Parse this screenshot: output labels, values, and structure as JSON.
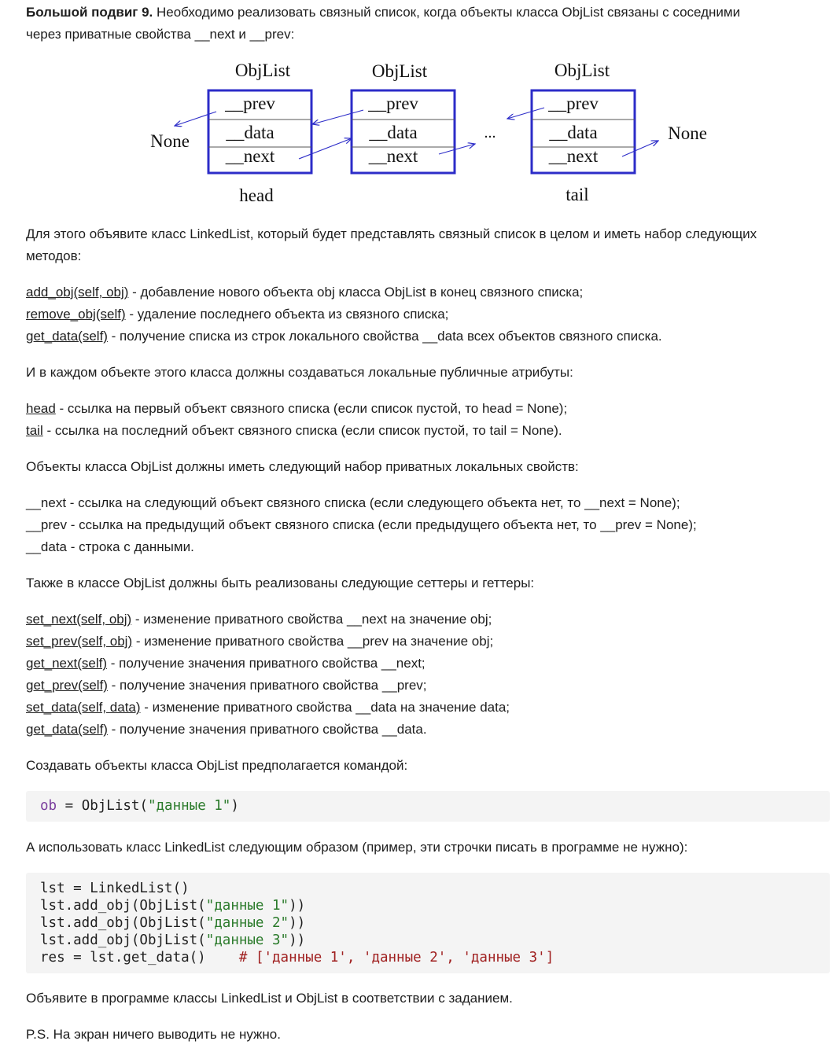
{
  "intro": {
    "title": "Большой подвиг 9.",
    "line1": " Необходимо реализовать связный список, когда объекты класса ObjList связаны с соседними",
    "line2": "через приватные свойства __next и __prev:"
  },
  "diagram": {
    "node_titles": [
      "ObjList",
      "ObjList",
      "ObjList"
    ],
    "fields": [
      "__prev",
      "__data",
      "__next"
    ],
    "none_left": "None",
    "none_right": "None",
    "ellipsis": "...",
    "head_label": "head",
    "tail_label": "tail",
    "colors": {
      "box": "#2c2cc8",
      "arrow": "#2c2cc8"
    }
  },
  "para_linkedlist": {
    "line1": "Для этого объявите класс LinkedList, который будет представлять связный список в целом и иметь набор следующих",
    "line2": "методов:"
  },
  "methods": [
    {
      "name": "add_obj(self, obj)",
      "desc": " - добавление нового объекта obj класса ObjList в конец связного списка;"
    },
    {
      "name": "remove_obj(self)",
      "desc": " - удаление последнего объекта из связного списка;"
    },
    {
      "name": "get_data(self)",
      "desc": " - получение списка из строк локального свойства __data всех объектов связного списка."
    }
  ],
  "para_attrs": "И в каждом объекте этого класса должны создаваться локальные публичные атрибуты:",
  "attrs": [
    {
      "name": "head",
      "desc": " - ссылка на первый объект связного списка (если список пустой, то head = None);"
    },
    {
      "name": "tail",
      "desc": " - ссылка на последний объект связного списка (если список пустой, то tail = None)."
    }
  ],
  "para_private": "Объекты класса ObjList должны иметь следующий набор приватных локальных свойств:",
  "private_props": [
    "__next - ссылка на следующий объект связного списка (если следующего объекта нет, то __next = None);",
    "__prev - ссылка на предыдущий объект связного списка (если предыдущего объекта нет, то __prev = None);",
    "__data - строка с данными."
  ],
  "para_setters": "Также в классе ObjList должны быть реализованы следующие сеттеры и геттеры:",
  "setters": [
    {
      "name": "set_next(self, obj)",
      "desc": " - изменение приватного свойства __next на значение obj;"
    },
    {
      "name": "set_prev(self, obj)",
      "desc": " - изменение приватного свойства __prev на значение obj;"
    },
    {
      "name": "get_next(self)",
      "desc": " - получение значения приватного свойства __next;"
    },
    {
      "name": "get_prev(self)",
      "desc": " - получение значения приватного свойства __prev;"
    },
    {
      "name": "set_data(self, data)",
      "desc": " - изменение приватного свойства __data на значение data;"
    },
    {
      "name": "get_data(self)",
      "desc": " - получение значения приватного свойства __data."
    }
  ],
  "para_create": "Создавать объекты класса ObjList предполагается командой:",
  "code1": {
    "var": "ob",
    "op": " = ",
    "call": "ObjList(",
    "str": "\"данные 1\"",
    "close": ")"
  },
  "para_usage": "А использовать класс LinkedList следующим образом (пример, эти строчки писать в программе не нужно):",
  "code2": [
    {
      "pre": "lst = LinkedList()",
      "str": "",
      "post": "",
      "comment": ""
    },
    {
      "pre": "lst.add_obj(ObjList(",
      "str": "\"данные 1\"",
      "post": "))",
      "comment": ""
    },
    {
      "pre": "lst.add_obj(ObjList(",
      "str": "\"данные 2\"",
      "post": "))",
      "comment": ""
    },
    {
      "pre": "lst.add_obj(ObjList(",
      "str": "\"данные 3\"",
      "post": "))",
      "comment": ""
    },
    {
      "pre": "res = lst.get_data()    ",
      "str": "",
      "post": "",
      "comment": "# ['данные 1', 'данные 2', 'данные 3']"
    }
  ],
  "para_declare": "Объявите в программе классы LinkedList и ObjList в соответствии с заданием.",
  "ps": "P.S. На экран ничего выводить не нужно."
}
